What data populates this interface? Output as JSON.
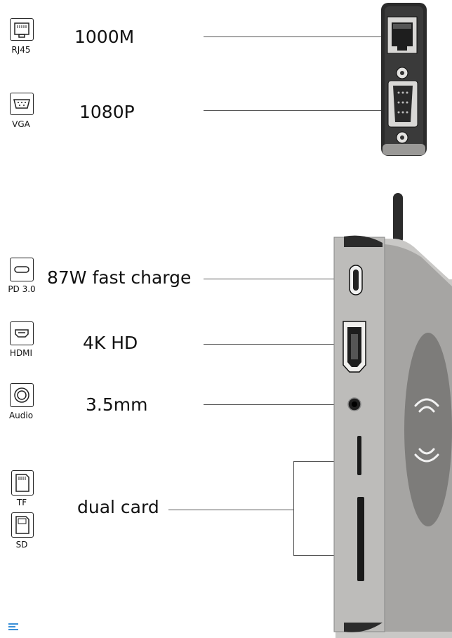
{
  "ports": {
    "rj45": {
      "caption": "RJ45",
      "feature": "1000M",
      "icon": "ethernet-port-icon"
    },
    "vga": {
      "caption": "VGA",
      "feature": "1080P",
      "icon": "vga-port-icon"
    },
    "pd": {
      "caption": "PD 3.0",
      "feature": "87W fast charge",
      "icon": "usb-c-port-icon"
    },
    "hdmi": {
      "caption": "HDMI",
      "feature": "4K HD",
      "icon": "hdmi-port-icon"
    },
    "audio": {
      "caption": "Audio",
      "feature": "3.5mm",
      "icon": "audio-jack-icon"
    },
    "tf": {
      "caption": "TF",
      "icon": "tf-card-icon"
    },
    "sd": {
      "caption": "SD",
      "icon": "sd-card-icon"
    },
    "cards": {
      "feature": "dual card"
    }
  },
  "colors": {
    "device_body": "#b9b8b6",
    "device_dark": "#2b2b2b",
    "wireless_pad": "#7d7c7a",
    "leader_line": "#555555",
    "accent_mark": "#3a8fd8"
  }
}
